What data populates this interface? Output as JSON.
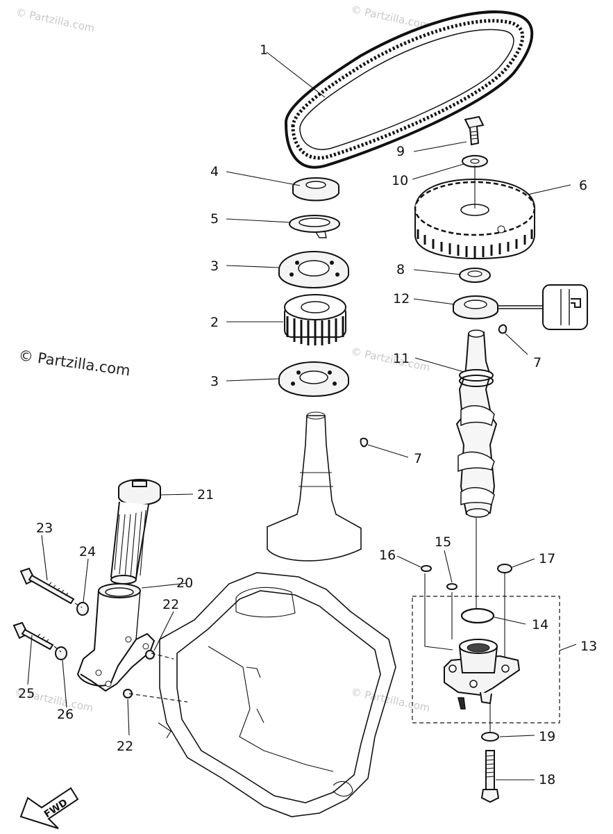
{
  "watermark": "© Partzilla.com",
  "credit": "© Partzilla.com",
  "fwd_label": "FWD",
  "callouts": {
    "c1": "1",
    "c2": "2",
    "c3a": "3",
    "c3b": "3",
    "c4": "4",
    "c5": "5",
    "c6": "6",
    "c7a": "7",
    "c7b": "7",
    "c8": "8",
    "c9": "9",
    "c10": "10",
    "c11": "11",
    "c12": "12",
    "c13": "13",
    "c14": "14",
    "c15": "15",
    "c16": "16",
    "c17": "17",
    "c18": "18",
    "c19": "19",
    "c20": "20",
    "c21": "21",
    "c22a": "22",
    "c22b": "22",
    "c23": "23",
    "c24": "24",
    "c25": "25",
    "c26": "26"
  }
}
